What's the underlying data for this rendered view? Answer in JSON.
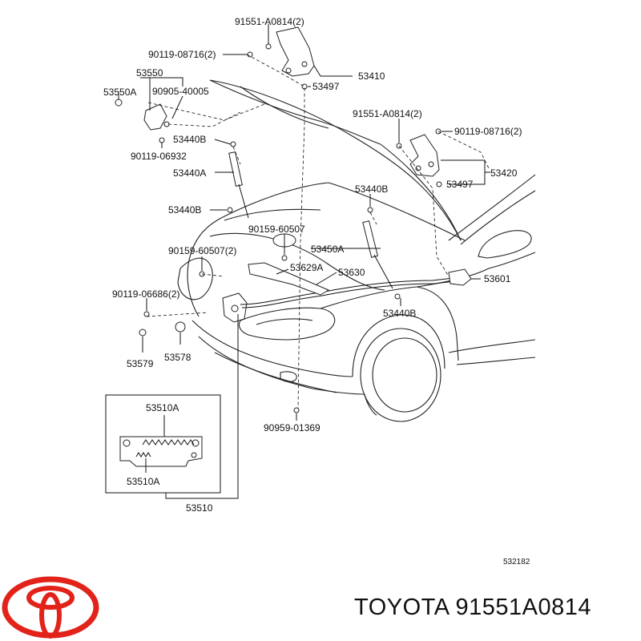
{
  "labels": {
    "p91551_top": "91551-A0814(2)",
    "p90119_08716_left": "90119-08716(2)",
    "p53550": "53550",
    "p53550A": "53550A",
    "p90905": "90905-40005",
    "p53497_top": "53497",
    "p53410": "53410",
    "p91551_right": "91551-A0814(2)",
    "p90119_08716_right": "90119-08716(2)",
    "p53440B_top": "53440B",
    "p90119_06932": "90119-06932",
    "p53440A": "53440A",
    "p53420": "53420",
    "p53497_right": "53497",
    "p53440B_mid": "53440B",
    "p53440B_left": "53440B",
    "p90159_60507": "90159-60507",
    "p90159_60507_2": "90159-60507(2)",
    "p53450A": "53450A",
    "p53629A": "53629A",
    "p53630": "53630",
    "p53601": "53601",
    "p90119_06686": "90119-06686(2)",
    "p53440B_bottom": "53440B",
    "p53578": "53578",
    "p53579": "53579",
    "p53510A_top": "53510A",
    "p53510A_bottom": "53510A",
    "p53510": "53510",
    "p90959": "90959-01369"
  },
  "diagram_code": "532182",
  "footer": {
    "brand_text": "TOYOTA 91551A0814"
  },
  "colors": {
    "logo": "#e2231a",
    "ink": "#111111"
  },
  "icons": {
    "logo": "toyota-logo"
  }
}
